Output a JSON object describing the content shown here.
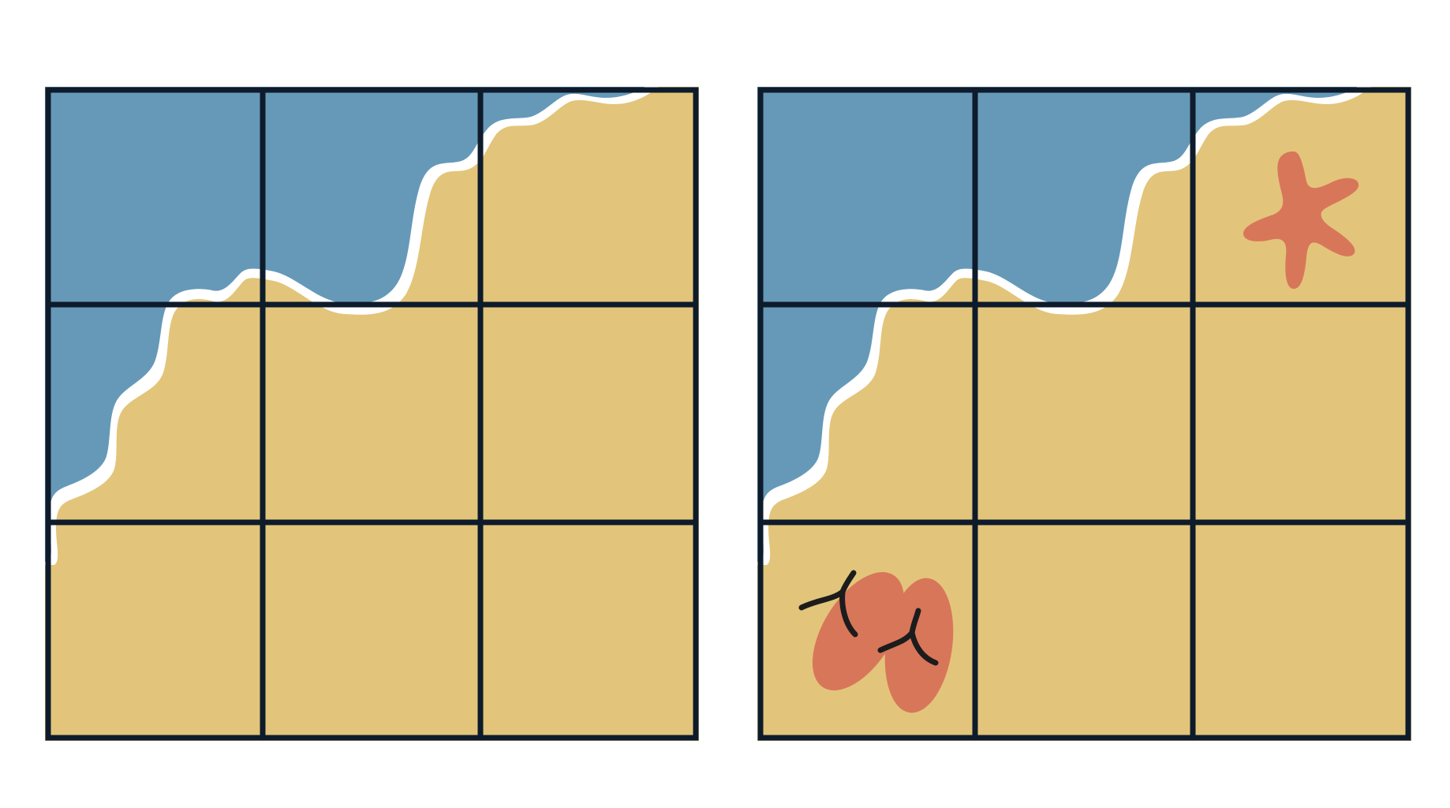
{
  "colors": {
    "sea": "#6699b8",
    "sand": "#e2c57a",
    "foam": "#ffffff",
    "grid_line": "#0e1b2b",
    "item": "#d8765a",
    "strap": "#1c1c1c"
  },
  "boards": [
    {
      "id": "left",
      "rows": 3,
      "cols": 3,
      "items": []
    },
    {
      "id": "right",
      "rows": 3,
      "cols": 3,
      "items": [
        {
          "name": "starfish",
          "icon": "starfish-icon",
          "row": 0,
          "col": 2
        },
        {
          "name": "flip-flops",
          "icon": "flip-flops-icon",
          "row": 2,
          "col": 0
        }
      ]
    }
  ]
}
